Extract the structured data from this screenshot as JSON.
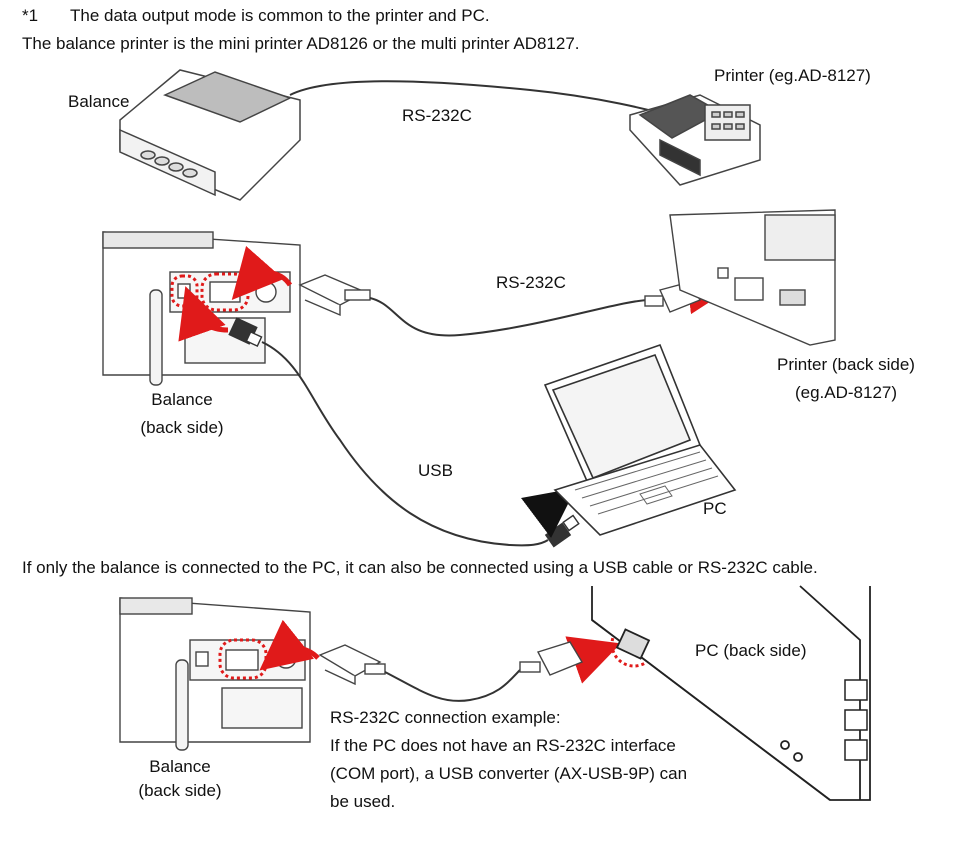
{
  "header": {
    "footnote_marker": "*1",
    "footnote_text": "The data output mode is common to the printer and PC.",
    "printer_info": "The balance printer is the mini printer AD8126 or the multi printer AD8127."
  },
  "top_diagram": {
    "balance_label": "Balance",
    "cable_label": "RS-232C",
    "printer_label": "Printer (eg.AD-8127)"
  },
  "middle_diagram": {
    "balance_label_line1": "Balance",
    "balance_label_line2": "(back side)",
    "rs232_label": "RS-232C",
    "printer_label_line1": "Printer (back side)",
    "printer_label_line2": "(eg.AD-8127)",
    "usb_label": "USB",
    "pc_label": "PC"
  },
  "mid_note": "If only the balance is connected to the PC, it can also be connected using a USB cable or RS-232C cable.",
  "bottom_diagram": {
    "pc_label": "PC (back side)",
    "balance_label_line1": "Balance",
    "balance_label_line2": "(back side)",
    "note_lines": [
      "RS-232C connection example:",
      "If the PC does not have an RS-232C interface",
      "(COM port), a USB converter (AX-USB-9P) can",
      "be used."
    ]
  },
  "colors": {
    "accent_red": "#e01a1a",
    "line": "#333333"
  }
}
